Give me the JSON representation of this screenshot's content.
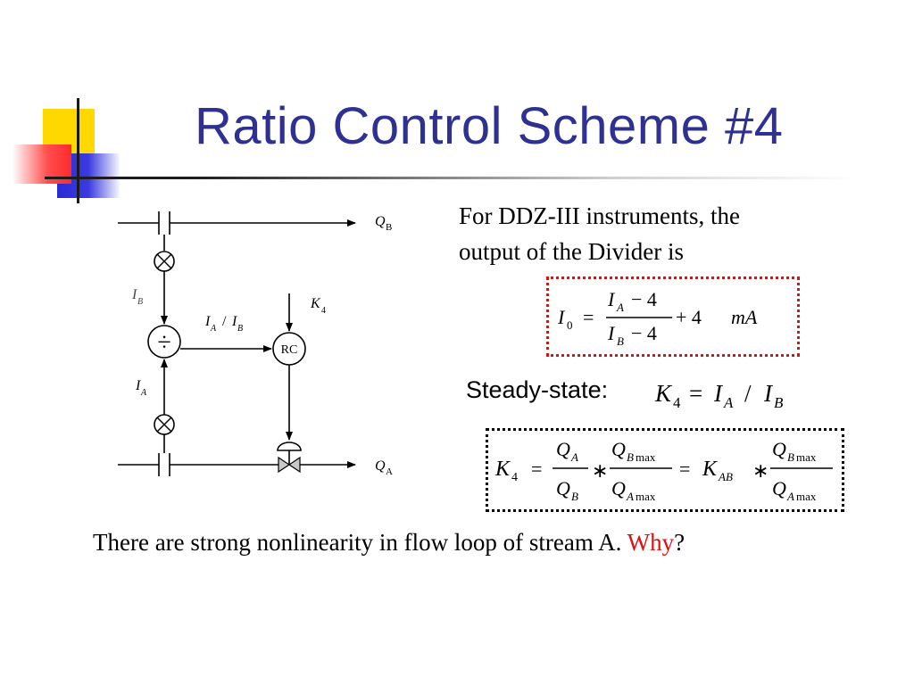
{
  "slide": {
    "title": "Ratio Control Scheme #4",
    "intro_line1": "For DDZ-III instruments, the",
    "intro_line2": "output of the Divider is",
    "steady_state_label": "Steady-state:",
    "bottom_text": "There are strong nonlinearity in flow loop of stream A.",
    "bottom_why": "Why",
    "bottom_qmark": "?"
  },
  "diagram": {
    "label_qb": "Q",
    "label_qb_sub": "B",
    "label_qa": "Q",
    "label_qa_sub": "A",
    "label_ib": "I",
    "label_ib_sub": "B",
    "label_ia": "I",
    "label_ia_sub": "A",
    "label_ratio_ia": "I",
    "label_ratio_ia_sub": "A",
    "label_ratio_slash": "/",
    "label_ratio_ib": "I",
    "label_ratio_ib_sub": "B",
    "label_k4": "K",
    "label_k4_sub": "4",
    "controller_label": "RC",
    "divider_symbol": "÷"
  },
  "formula_i0": {
    "lhs": "I",
    "lhs_sub": "0",
    "eq": "=",
    "num_var": "I",
    "num_sub": "A",
    "num_rest": "− 4",
    "den_var": "I",
    "den_sub": "B",
    "den_rest": "− 4",
    "plus": "+ 4",
    "unit": "mA"
  },
  "formula_ss": {
    "k": "K",
    "k_sub": "4",
    "eq": "=",
    "ia": "I",
    "ia_sub": "A",
    "slash": "/",
    "ib": "I",
    "ib_sub": "B"
  },
  "formula_k4": {
    "k": "K",
    "k_sub": "4",
    "eq1": "=",
    "f1_num": "Q",
    "f1_num_sub": "A",
    "f1_den": "Q",
    "f1_den_sub": "B",
    "star1": "∗",
    "f2_num": "Q",
    "f2_num_sub": "B",
    "f2_num_max": "max",
    "f2_den": "Q",
    "f2_den_sub": "A",
    "f2_den_max": "max",
    "eq2": "=",
    "kab": "K",
    "kab_sub": "AB",
    "star2": "∗",
    "f3_num": "Q",
    "f3_num_sub": "B",
    "f3_num_max": "max",
    "f3_den": "Q",
    "f3_den_sub": "A",
    "f3_den_max": "max"
  }
}
